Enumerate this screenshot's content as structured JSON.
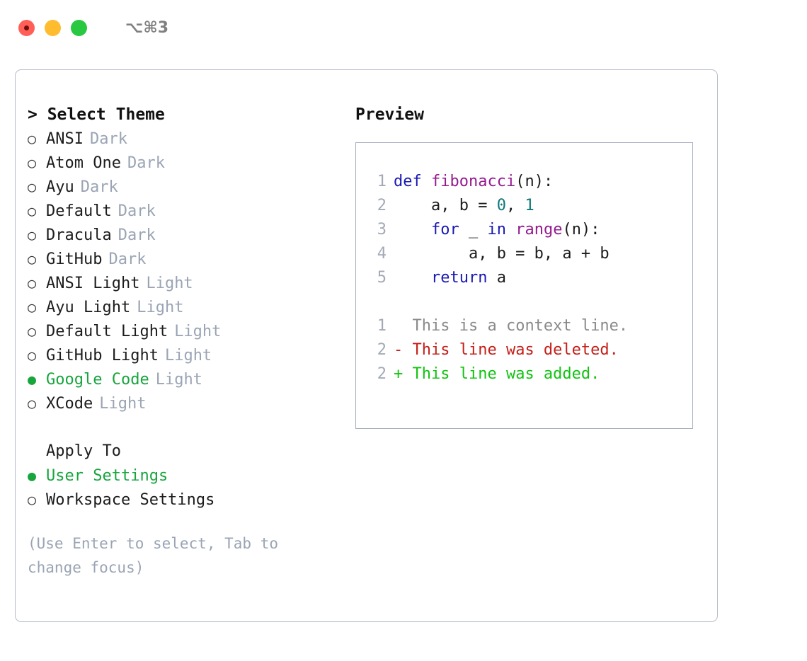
{
  "titlebar": {
    "shortcut": "⌥⌘3",
    "buttons": [
      {
        "name": "close",
        "color": "#ff5f57"
      },
      {
        "name": "minimize",
        "color": "#febc2e"
      },
      {
        "name": "zoom",
        "color": "#28c840"
      }
    ]
  },
  "theme_picker": {
    "header": "> Select Theme",
    "items": [
      {
        "marker": "○",
        "label": "ANSI",
        "tag": "Dark",
        "selected": false
      },
      {
        "marker": "○",
        "label": "Atom One",
        "tag": "Dark",
        "selected": false
      },
      {
        "marker": "○",
        "label": "Ayu",
        "tag": "Dark",
        "selected": false
      },
      {
        "marker": "○",
        "label": "Default",
        "tag": "Dark",
        "selected": false
      },
      {
        "marker": "○",
        "label": "Dracula",
        "tag": "Dark",
        "selected": false
      },
      {
        "marker": "○",
        "label": "GitHub",
        "tag": "Dark",
        "selected": false
      },
      {
        "marker": "○",
        "label": "ANSI Light",
        "tag": "Light",
        "selected": false
      },
      {
        "marker": "○",
        "label": "Ayu Light",
        "tag": "Light",
        "selected": false
      },
      {
        "marker": "○",
        "label": "Default Light",
        "tag": "Light",
        "selected": false
      },
      {
        "marker": "○",
        "label": "GitHub Light",
        "tag": "Light",
        "selected": false
      },
      {
        "marker": "●",
        "label": "Google Code",
        "tag": "Light",
        "selected": true
      },
      {
        "marker": "○",
        "label": "XCode",
        "tag": "Light",
        "selected": false
      }
    ]
  },
  "apply_to": {
    "header": "Apply To",
    "items": [
      {
        "marker": "●",
        "label": "User Settings",
        "selected": true
      },
      {
        "marker": "○",
        "label": "Workspace Settings",
        "selected": false
      }
    ]
  },
  "hint": "(Use Enter to select, Tab to change focus)",
  "preview": {
    "title": "Preview",
    "code_lines": [
      {
        "number": "1",
        "tokens": [
          {
            "text": "def ",
            "type": "kw"
          },
          {
            "text": "fibonacci",
            "type": "fn"
          },
          {
            "text": "(n):",
            "type": "op"
          }
        ]
      },
      {
        "number": "2",
        "tokens": [
          {
            "text": "    a, b = ",
            "type": "op"
          },
          {
            "text": "0",
            "type": "num"
          },
          {
            "text": ", ",
            "type": "op"
          },
          {
            "text": "1",
            "type": "num"
          }
        ]
      },
      {
        "number": "3",
        "tokens": [
          {
            "text": "    ",
            "type": "op"
          },
          {
            "text": "for",
            "type": "kw"
          },
          {
            "text": " _ ",
            "type": "op"
          },
          {
            "text": "in",
            "type": "kw"
          },
          {
            "text": " ",
            "type": "op"
          },
          {
            "text": "range",
            "type": "fn"
          },
          {
            "text": "(n):",
            "type": "op"
          }
        ]
      },
      {
        "number": "4",
        "tokens": [
          {
            "text": "        a, b = b, a + b",
            "type": "op"
          }
        ]
      },
      {
        "number": "5",
        "tokens": [
          {
            "text": "    ",
            "type": "op"
          },
          {
            "text": "return",
            "type": "kw"
          },
          {
            "text": " a",
            "type": "op"
          }
        ]
      }
    ],
    "diff_lines": [
      {
        "number": "1",
        "prefix": "  ",
        "text": "This is a context line.",
        "type": "context"
      },
      {
        "number": "2",
        "prefix": "- ",
        "text": "This line was deleted.",
        "type": "deleted"
      },
      {
        "number": "2",
        "prefix": "+ ",
        "text": "This line was added.",
        "type": "added"
      }
    ]
  },
  "colors": {
    "accent_green": "#17a53c",
    "tag_gray": "#9aa4b4",
    "keyword_blue": "#1919b3",
    "function_purple": "#951a8f",
    "number_teal": "#0e7878",
    "diff_deleted_red": "#c41f18",
    "diff_added_green": "#12c312",
    "border_gray": "#b6bdca"
  }
}
